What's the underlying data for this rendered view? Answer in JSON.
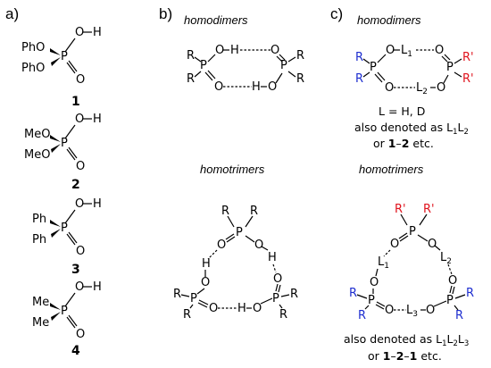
{
  "panels": {
    "a": {
      "label": "a)"
    },
    "b": {
      "label": "b)",
      "homodimers_title": "homodimers",
      "homotrimers_title": "homotrimers"
    },
    "c": {
      "label": "c)",
      "homodimers_title": "homodimers",
      "homotrimers_title": "homotrimers"
    }
  },
  "compounds": [
    {
      "number": "1",
      "sub1": "PhO",
      "sub2": "PhO"
    },
    {
      "number": "2",
      "sub1": "MeO",
      "sub2": "MeO"
    },
    {
      "number": "3",
      "sub1": "Ph",
      "sub2": "Ph"
    },
    {
      "number": "4",
      "sub1": "Me",
      "sub2": "Me"
    }
  ],
  "atoms": {
    "P": "P",
    "O": "O",
    "H": "H",
    "R": "R",
    "Rp": "R'",
    "OH": "O–H"
  },
  "linkers": {
    "L1": "L",
    "L1s": "1",
    "L2": "L",
    "L2s": "2",
    "L3": "L",
    "L3s": "3"
  },
  "notes": {
    "l_def": "L = H, D",
    "dimer_note1": "also denoted as L",
    "dimer_note1_sub1": "1",
    "dimer_note1_mid": "L",
    "dimer_note1_sub2": "2",
    "dimer_note2_pre": "or ",
    "dimer_note2_bold": "1",
    "dimer_note2_dash": "–",
    "dimer_note2_bold2": "2",
    "dimer_note2_post": " etc.",
    "trimer_note1": "also denoted as L",
    "trimer_note1_s1": "1",
    "trimer_note1_m1": "L",
    "trimer_note1_s2": "2",
    "trimer_note1_m2": "L",
    "trimer_note1_s3": "3",
    "trimer_note2_pre": "or ",
    "trimer_note2_b1": "1",
    "trimer_note2_d1": "–",
    "trimer_note2_b2": "2",
    "trimer_note2_d2": "–",
    "trimer_note2_b3": "1",
    "trimer_note2_post": " etc."
  },
  "colors": {
    "blue": "#1f2fd0",
    "red": "#e0141e",
    "black": "#000000"
  }
}
